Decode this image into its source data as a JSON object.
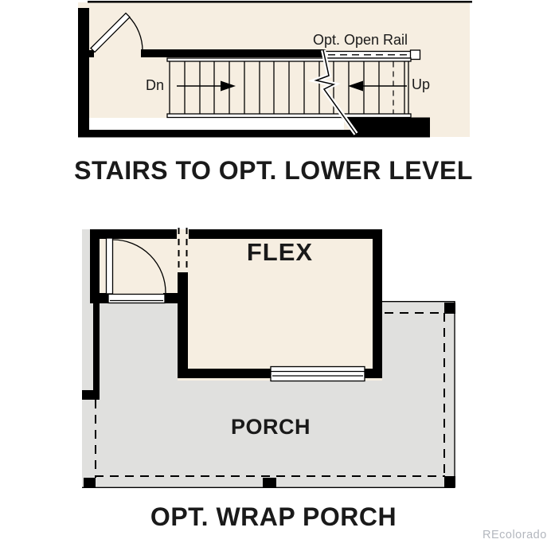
{
  "upper_plan": {
    "title": "STAIRS TO OPT. LOWER LEVEL",
    "labels": {
      "open_rail": "Opt. Open Rail",
      "down": "Dn",
      "up": "Up"
    }
  },
  "lower_plan": {
    "title": "OPT. WRAP PORCH",
    "rooms": {
      "flex": "FLEX",
      "porch": "PORCH"
    }
  },
  "watermark": {
    "text": "REcolorado"
  },
  "colors": {
    "floor": "#f6eee1",
    "porch": "#e0e0de",
    "wall": "#000000",
    "outline": "#1a1a1a",
    "watermark": "#b3b7be",
    "page": "#ffffff"
  }
}
